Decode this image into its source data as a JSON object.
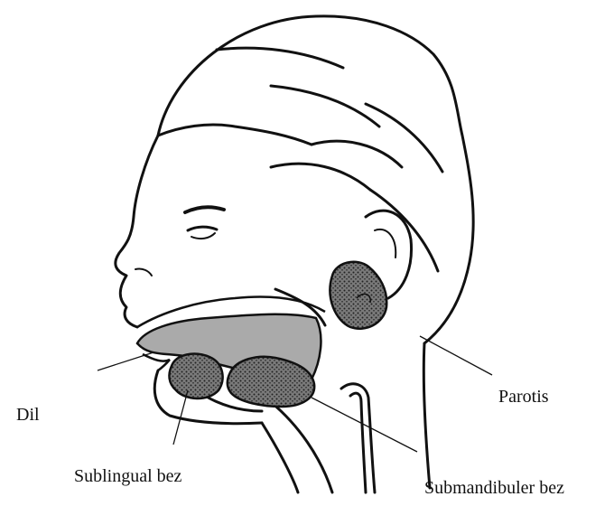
{
  "labels": {
    "dil": "Dil",
    "parotis": "Parotis",
    "sublingual": "Sublingual bez",
    "submandibuler": "Submandibuler bez"
  },
  "colors": {
    "line": "#111111",
    "tongue_fill": "#aaaaaa",
    "gland_fill": "#7a7a7a",
    "gland_dots": "#222222",
    "background": "#ffffff"
  }
}
